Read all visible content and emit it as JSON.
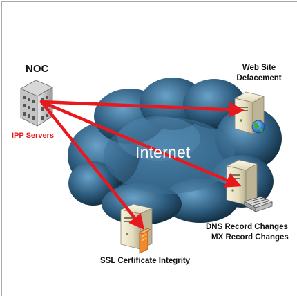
{
  "diagram": {
    "noc_title": "NOC",
    "ipp_servers_label": "IPP Servers",
    "web_defacement_line1": "Web Site",
    "web_defacement_line2": "Defacement",
    "internet_label": "Internet",
    "dns_line1": "DNS Record Changes",
    "dns_line2": "MX Record Changes",
    "ssl_label": "SSL Certificate Integrity"
  },
  "colors": {
    "arrow": "#e8191e",
    "cloud_dark": "#0d2433",
    "cloud_light": "#4f86ae",
    "server_body": "#e9e3c8",
    "ipp_label": "#e8191e"
  }
}
